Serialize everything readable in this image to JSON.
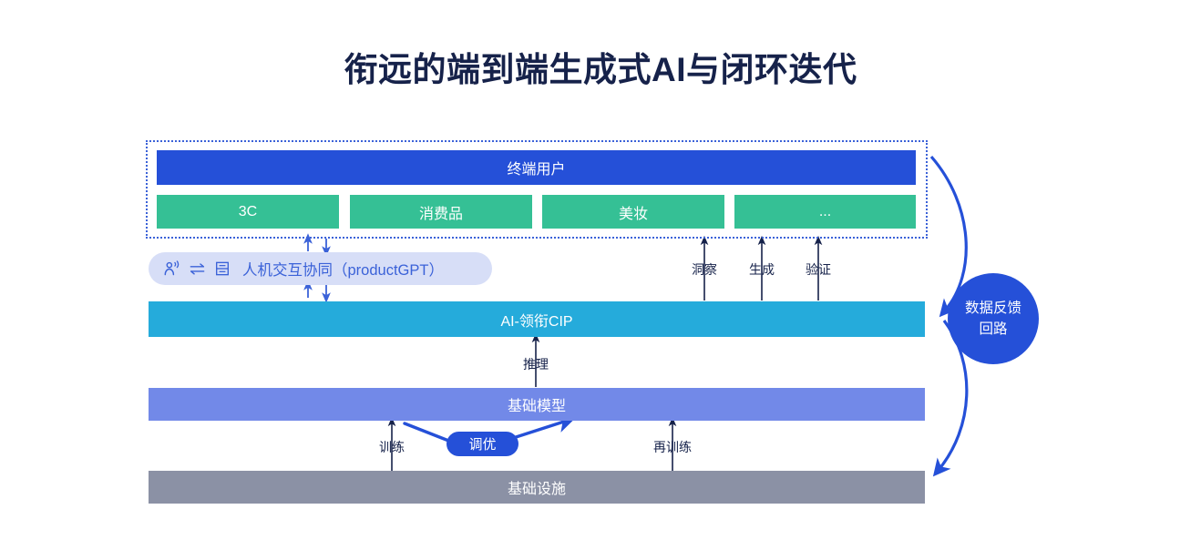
{
  "page": {
    "title": "衔远的端到端生成式AI与闭环迭代",
    "background": "#ffffff",
    "title_color": "#16224a"
  },
  "colors": {
    "end_user_blue": "#2550d8",
    "category_green": "#35c095",
    "cip_cyan": "#25abdb",
    "foundation_model_periwinkle": "#7289e8",
    "infrastructure_gray": "#8b91a5",
    "accent_blue": "#3b62d8",
    "pill_light": "#d7def7",
    "text_dark": "#16224a"
  },
  "diagram": {
    "user_group": {
      "end_user_bar": "终端用户",
      "categories": [
        "3C",
        "消费品",
        "美妆",
        "..."
      ]
    },
    "interaction_pill": {
      "icons": [
        "speaking-person-icon",
        "exchange-arrows-icon",
        "document-icon"
      ],
      "label": "人机交互协同（productGPT）"
    },
    "cip_bar": "AI-领衔CIP",
    "cip_connectors": [
      "洞察",
      "生成",
      "验证"
    ],
    "inference_label": "推理",
    "foundation_model_bar": "基础模型",
    "training_labels": {
      "train": "训练",
      "tune_pill": "调优",
      "retrain": "再训练"
    },
    "infrastructure_bar": "基础设施",
    "feedback_loop": {
      "line1": "数据反馈",
      "line2": "回路"
    }
  }
}
